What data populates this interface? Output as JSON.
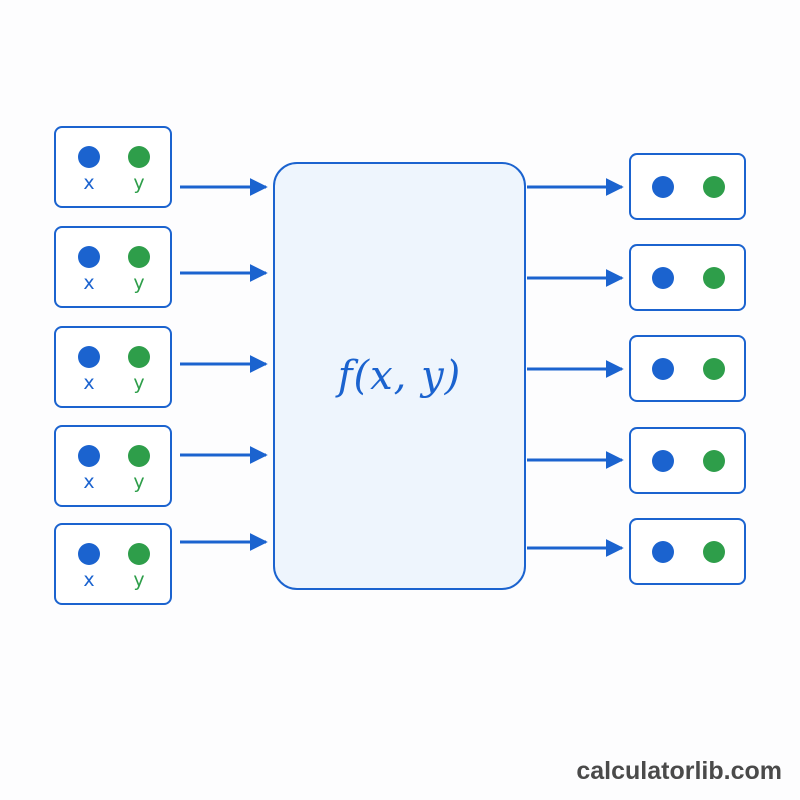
{
  "function_label": "f(x, y)",
  "brand": "calculatorlib.com",
  "inputs": [
    {
      "x_label": "x",
      "y_label": "y"
    },
    {
      "x_label": "x",
      "y_label": "y"
    },
    {
      "x_label": "x",
      "y_label": "y"
    },
    {
      "x_label": "x",
      "y_label": "y"
    },
    {
      "x_label": "x",
      "y_label": "y"
    }
  ],
  "output_count": 5,
  "colors": {
    "stroke": "#1b63cf",
    "x_dot": "#1b63cf",
    "y_dot": "#2e9e4a",
    "function_fill": "#eef5fd"
  }
}
